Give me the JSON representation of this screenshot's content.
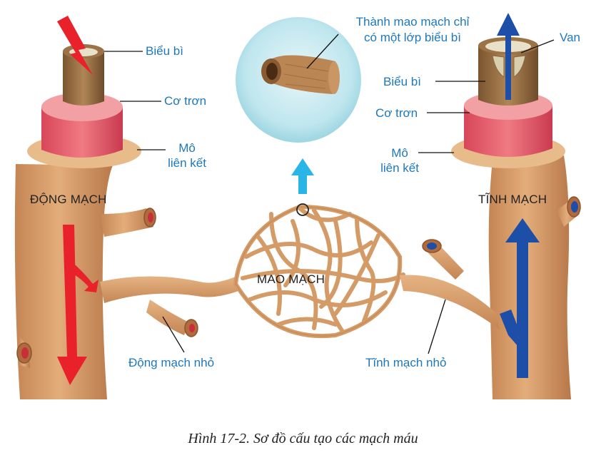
{
  "figure": {
    "caption": "Hình 17-2. Sơ đồ cấu tạo các mạch máu"
  },
  "labels": {
    "artery_epidermis": "Biểu bì",
    "artery_smooth_muscle": "Cơ trơn",
    "artery_connective_1": "Mô",
    "artery_connective_2": "liên kết",
    "artery_title": "ĐỘNG MẠCH",
    "capillary_wall_1": "Thành mao mạch chỉ",
    "capillary_wall_2": "có một lớp biểu bì",
    "capillary_title": "MAO MẠCH",
    "arteriole": "Động mạch nhỏ",
    "venule": "Tĩnh mạch nhỏ",
    "vein_valve": "Van",
    "vein_epidermis": "Biểu bì",
    "vein_smooth_muscle": "Cơ trơn",
    "vein_connective_1": "Mô",
    "vein_connective_2": "liên kết",
    "vein_title": "TĨNH MẠCH"
  },
  "colors": {
    "artery_flow": "#e8212b",
    "vein_flow": "#1e4fa8",
    "capillary_arrow": "#29b6e6",
    "label_text": "#1d78bd",
    "vessel_tissue": "#d9a06a",
    "smooth_muscle": "#e8606a",
    "magnifier_bg": "#bfe6ee"
  }
}
